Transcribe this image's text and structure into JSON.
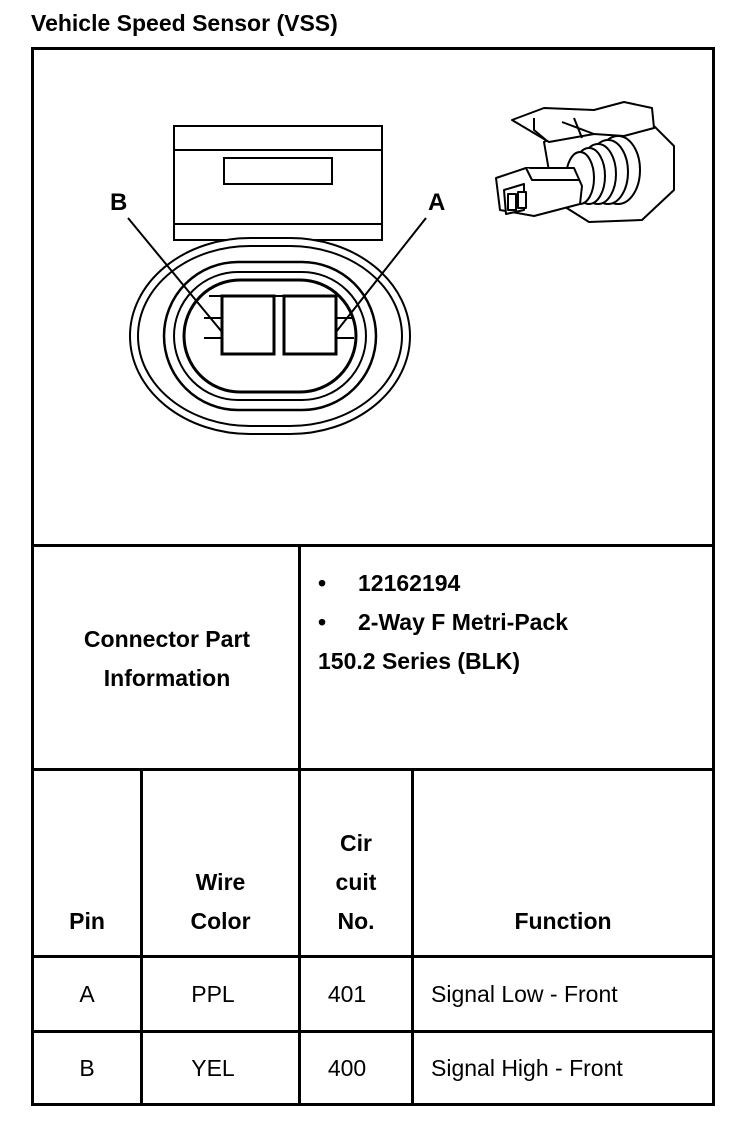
{
  "title": "Vehicle Speed Sensor (VSS)",
  "diagram": {
    "pin_b_label": "B",
    "pin_a_label": "A",
    "icons": [
      "connector-face-view-icon",
      "connector-isometric-view-icon"
    ]
  },
  "connector_info": {
    "label_line1": "Connector Part",
    "label_line2": "Information",
    "bullets": [
      "12162194",
      "2-Way F Metri-Pack"
    ],
    "continuation": "150.2 Series (BLK)",
    "bullet_symbol": "•"
  },
  "table": {
    "headers": {
      "pin": "Pin",
      "wire_color_line1": "Wire",
      "wire_color_line2": "Color",
      "circuit_line1": "Cir",
      "circuit_line2": "cuit",
      "circuit_line3": "No.",
      "function": "Function"
    },
    "rows": [
      {
        "pin": "A",
        "wire_color": "PPL",
        "circuit": "401",
        "function": "Signal Low - Front"
      },
      {
        "pin": "B",
        "wire_color": "YEL",
        "circuit": "400",
        "function": "Signal High - Front"
      }
    ]
  }
}
